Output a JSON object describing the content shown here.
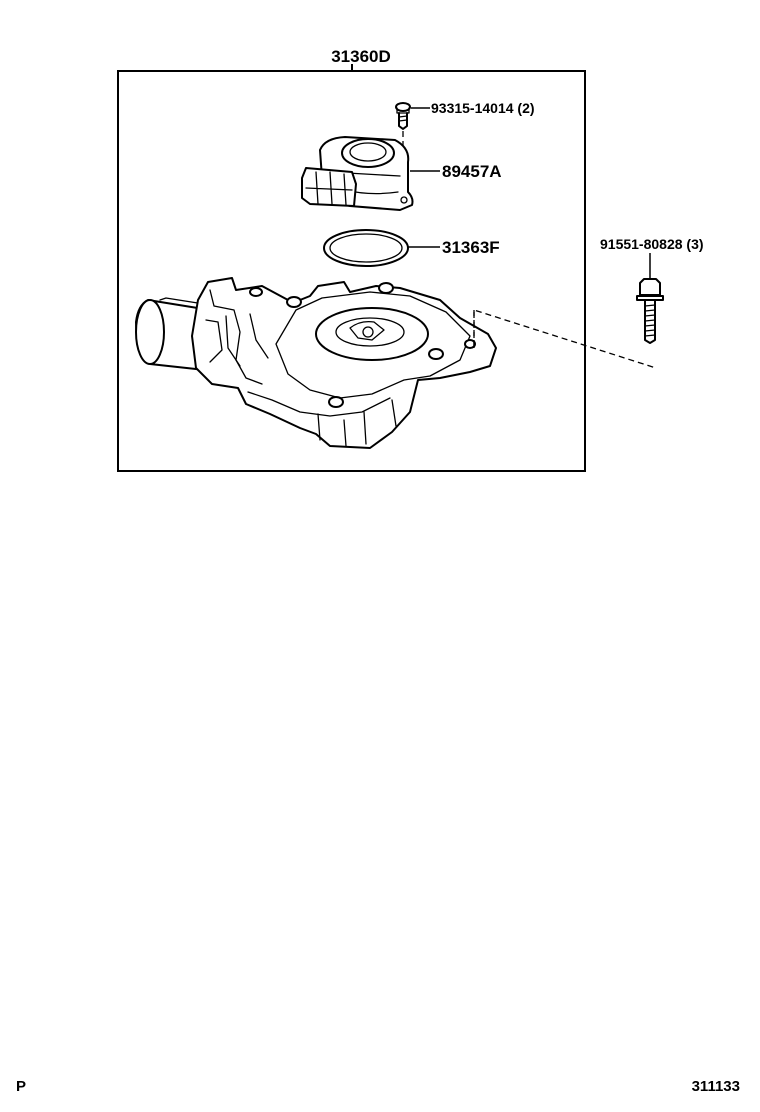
{
  "diagram": {
    "assembly_part": "31360D",
    "parts": [
      {
        "number": "93315-14014 (2)",
        "item": "screw"
      },
      {
        "number": "89457A",
        "item": "sensor"
      },
      {
        "number": "31363F",
        "item": "o-ring"
      },
      {
        "number": "91551-80828 (3)",
        "item": "bolt"
      }
    ]
  },
  "footer": {
    "left_code": "P",
    "diagram_number": "311133"
  }
}
